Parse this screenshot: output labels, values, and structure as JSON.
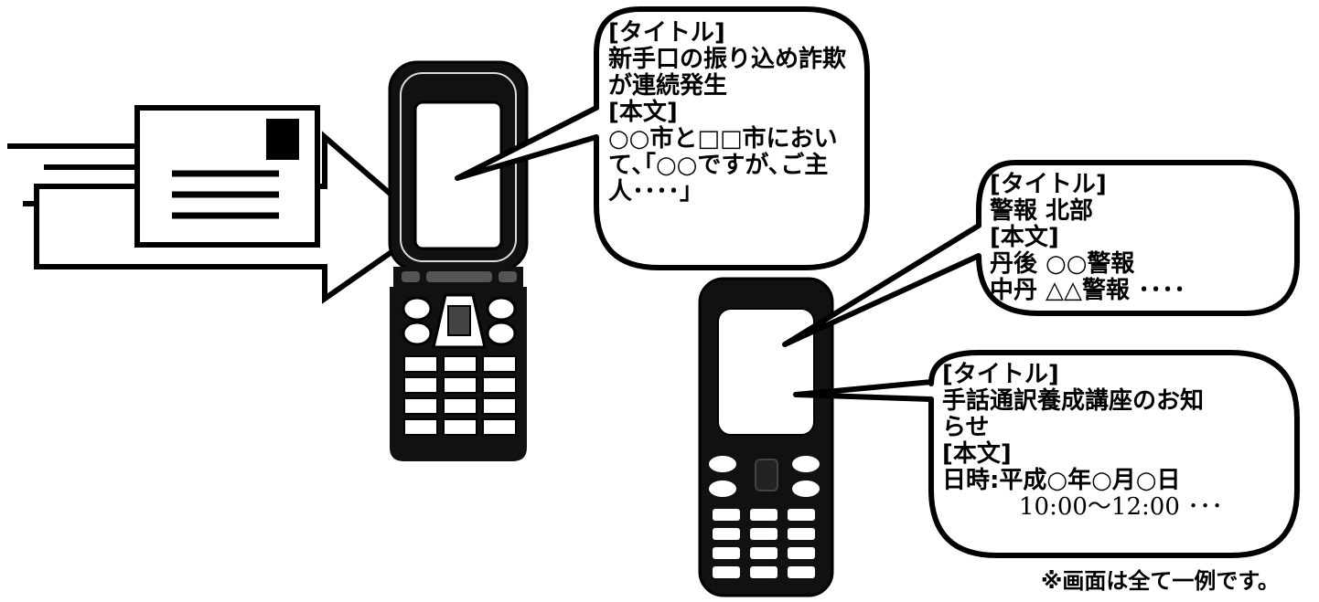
{
  "bubble_1": {
    "title_label": "[タイトル]",
    "title_lines": [
      "新手口の振り込め詐欺",
      "が連続発生"
    ],
    "body_label": "[本文]",
    "body_lines": [
      "○○市と□□市におい",
      "て､｢○○ですが､ご主",
      "人････｣"
    ]
  },
  "bubble_2": {
    "title_label": "[タイトル]",
    "title_line": "警報 北部",
    "body_label": "[本文]",
    "body_lines": [
      "丹後 ○○警報",
      "中丹 △△警報 ････"
    ]
  },
  "bubble_3": {
    "title_label": "[タイトル]",
    "title_lines": [
      "手話通訳養成講座のお知",
      "らせ"
    ],
    "body_label": "[本文]",
    "body_lines": [
      "日時:平成○年○月○日",
      "10:00～12:00 ･･･"
    ]
  },
  "footnote": "※画面は全て一例です。"
}
